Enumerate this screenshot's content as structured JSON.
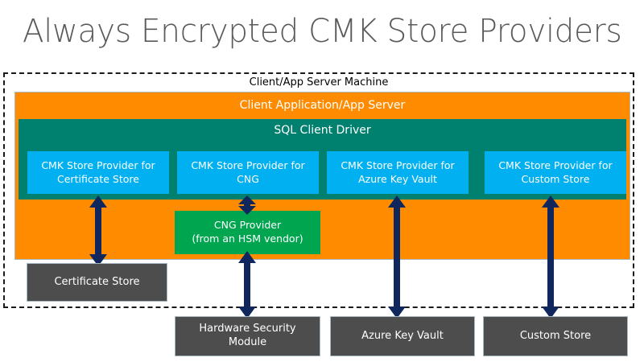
{
  "title": "Always Encrypted CMK Store Providers",
  "diagram": {
    "boundary_label": "Client/App Server Machine",
    "app_band_label": "Client Application/App Server",
    "driver_band_label": "SQL Client Driver",
    "providers": [
      {
        "label": "CMK Store Provider for Certificate Store"
      },
      {
        "label": "CMK Store Provider for CNG"
      },
      {
        "label": "CMK Store Provider for Azure Key Vault"
      },
      {
        "label": "CMK Store Provider for Custom Store"
      }
    ],
    "cng_provider": {
      "line1": "CNG Provider",
      "line2": "(from an HSM vendor)"
    },
    "stores": [
      {
        "label": "Certificate Store"
      },
      {
        "label": "Hardware Security Module"
      },
      {
        "label": "Azure Key Vault"
      },
      {
        "label": "Custom Store"
      }
    ],
    "connectors": [
      {
        "name": "certificate-store-connector",
        "style": "double-headed"
      },
      {
        "name": "cng-provider-connector",
        "style": "double-headed"
      },
      {
        "name": "hsm-connector",
        "style": "double-headed"
      },
      {
        "name": "azure-key-vault-connector",
        "style": "double-headed"
      },
      {
        "name": "custom-store-connector",
        "style": "double-headed"
      }
    ]
  },
  "colors": {
    "title_text": "#5a5a5a",
    "app_band": "#ff8c00",
    "driver_band": "#00806e",
    "provider_box": "#00b0f0",
    "cng_box": "#00a550",
    "store_box": "#4d4d4d",
    "arrow": "#10275e",
    "boundary": "#1a1a1a"
  }
}
